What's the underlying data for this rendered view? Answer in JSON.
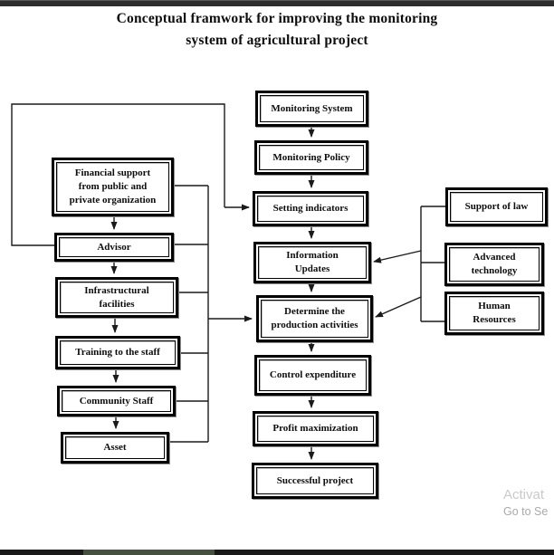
{
  "title": {
    "line1": "Conceptual framwork for improving the monitoring",
    "line2": "system of agricultural project"
  },
  "nodes": {
    "center": [
      "Monitoring System",
      "Monitoring Policy",
      "Setting indicators",
      "Information\nUpdates",
      "Determine the\nproduction activities",
      "Control expenditure",
      "Profit maximization",
      "Successful project"
    ],
    "left": [
      "Financial support\nfrom public and\nprivate organization",
      "Advisor",
      "Infrastructural\nfacilities",
      "Training to the staff",
      "Community Staff",
      "Asset"
    ],
    "right": [
      "Support of law",
      "Advanced\ntechnology",
      "Human\nResources"
    ]
  },
  "watermark": {
    "activate": "Activat",
    "go_to": "Go to Se"
  },
  "colors": {
    "line": "#1a1a1a",
    "box_border": "#000000",
    "box_shadow": "#8f8f8f",
    "watermark_primary": "#c9c9c9",
    "watermark_secondary": "#a9a9a9",
    "top_bar": "#2d2d2d",
    "bottom_bar": "#191919",
    "bottom_bar_accent": "#45503e"
  }
}
